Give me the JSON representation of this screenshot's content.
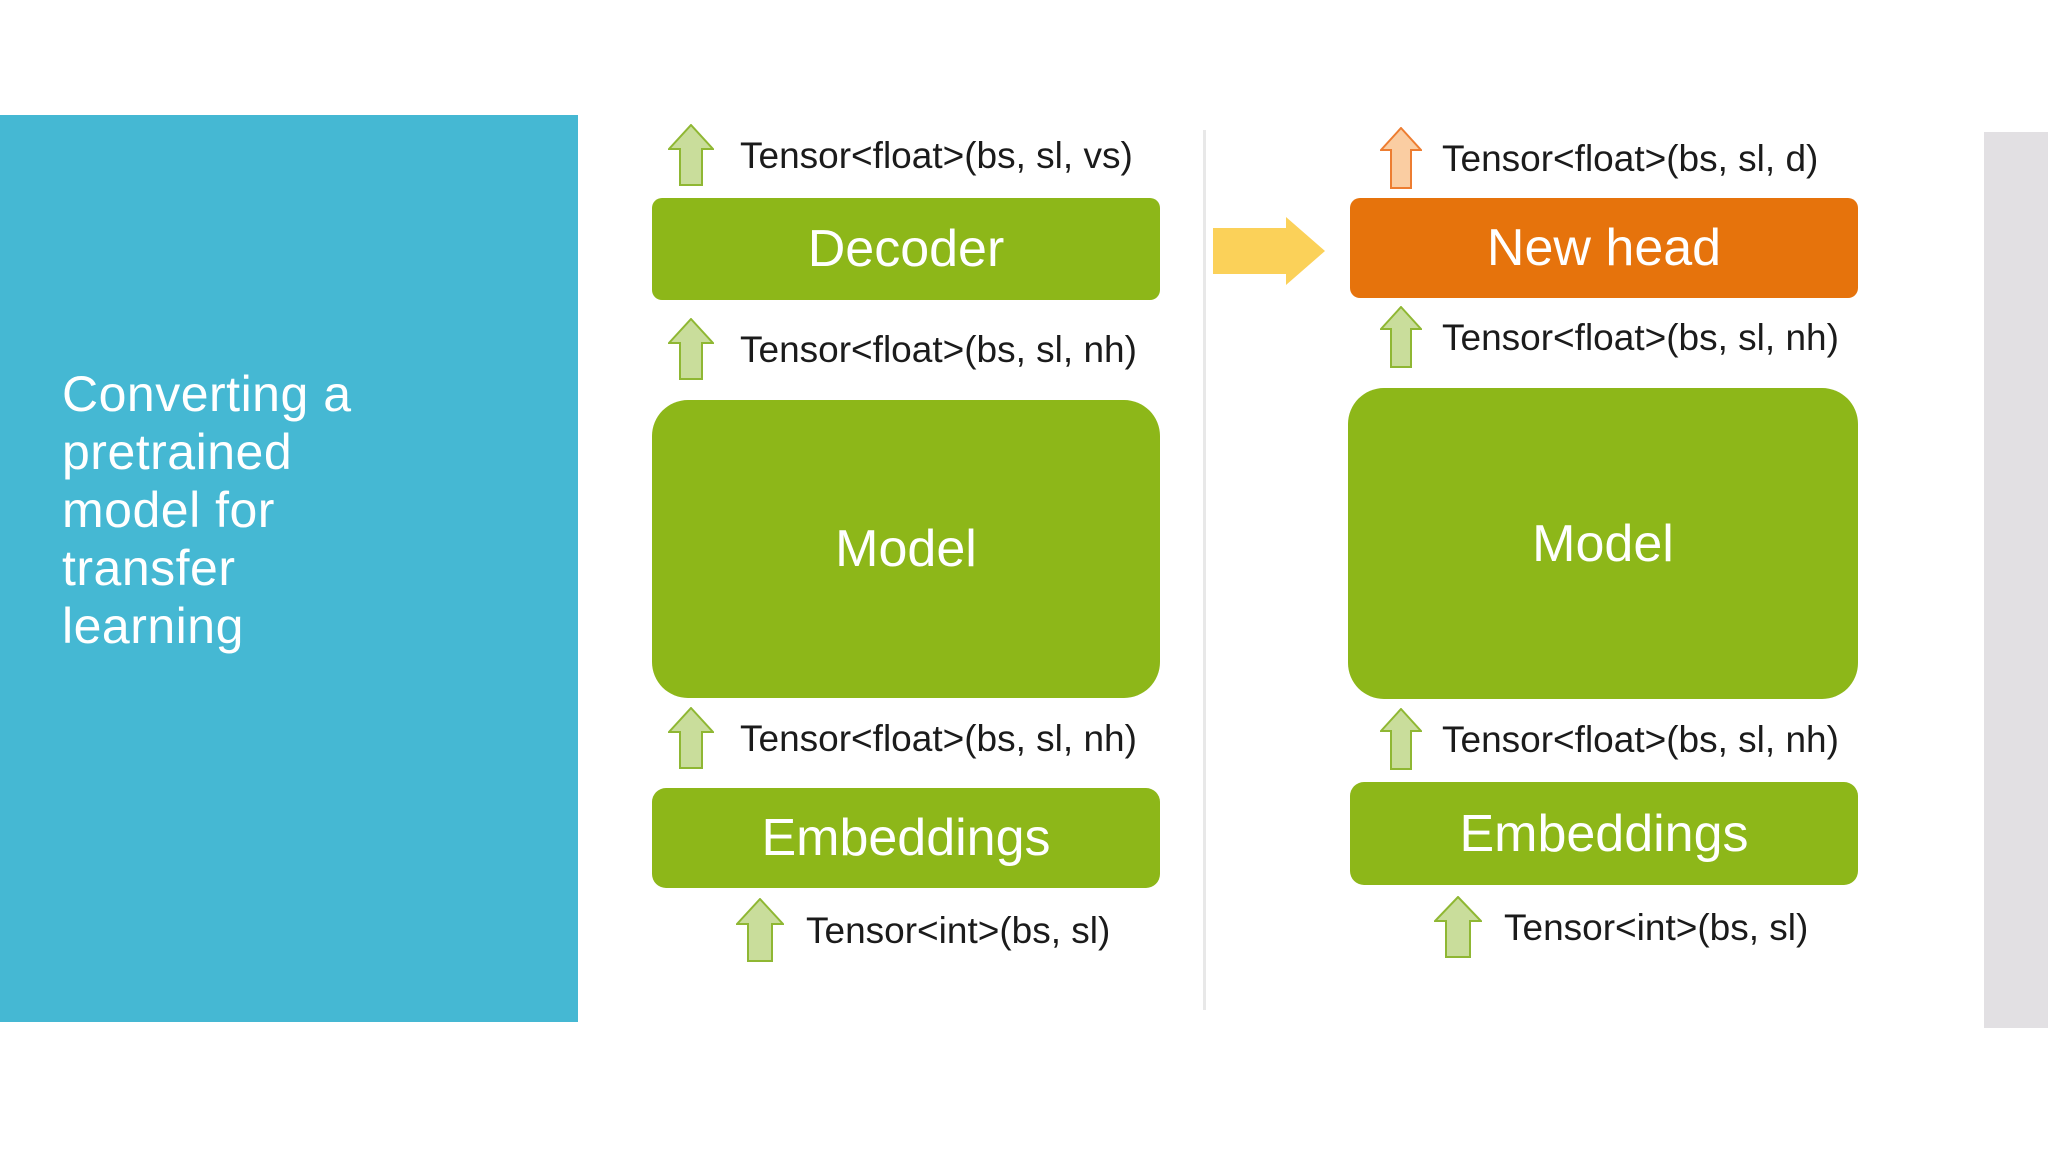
{
  "slide": {
    "title": "Converting a\npretrained\nmodel for\ntransfer\nlearning"
  },
  "left": {
    "t_out": "Tensor<float>(bs, sl, vs)",
    "box1": "Decoder",
    "t1": "Tensor<float>(bs, sl, nh)",
    "box2": "Model",
    "t2": "Tensor<float>(bs, sl, nh)",
    "box3": "Embeddings",
    "t3": "Tensor<int>(bs, sl)"
  },
  "right": {
    "t_out": "Tensor<float>(bs, sl, d)",
    "box1": "New head",
    "t1": "Tensor<float>(bs, sl, nh)",
    "box2": "Model",
    "t2": "Tensor<float>(bs, sl, nh)",
    "box3": "Embeddings",
    "t3": "Tensor<int>(bs, sl)"
  },
  "icons": {
    "up_arrow": "up-arrow",
    "right_arrow": "right-arrow"
  },
  "colors": {
    "teal": "#45B8D3",
    "box_green": "#8DB719",
    "box_orange": "#E6730C",
    "arrow_fill": "#C9DD9B",
    "arrow_stroke": "#8FB733",
    "arrow_orange_fill": "#FACDA2",
    "arrow_orange_stroke": "#ED7D31",
    "yellow": "#FBD159",
    "text_dark": "#1B1B1B",
    "strip_gray": "#E2E0E3",
    "shadow_gray": "#E8E8E8"
  }
}
